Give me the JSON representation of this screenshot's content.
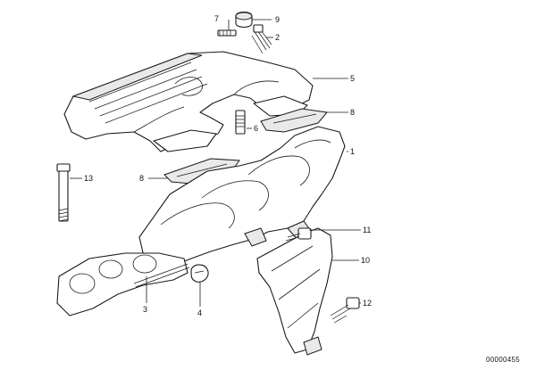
{
  "diagram": {
    "callouts": [
      {
        "id": "c1",
        "label": "1"
      },
      {
        "id": "c2",
        "label": "2"
      },
      {
        "id": "c3",
        "label": "3"
      },
      {
        "id": "c4",
        "label": "4"
      },
      {
        "id": "c5",
        "label": "5"
      },
      {
        "id": "c6",
        "label": "6"
      },
      {
        "id": "c7",
        "label": "7"
      },
      {
        "id": "c8a",
        "label": "8"
      },
      {
        "id": "c8b",
        "label": "8"
      },
      {
        "id": "c9",
        "label": "9"
      },
      {
        "id": "c10",
        "label": "10"
      },
      {
        "id": "c11",
        "label": "11"
      },
      {
        "id": "c12",
        "label": "12"
      },
      {
        "id": "c13",
        "label": "13"
      }
    ],
    "document_id": "00000455"
  }
}
